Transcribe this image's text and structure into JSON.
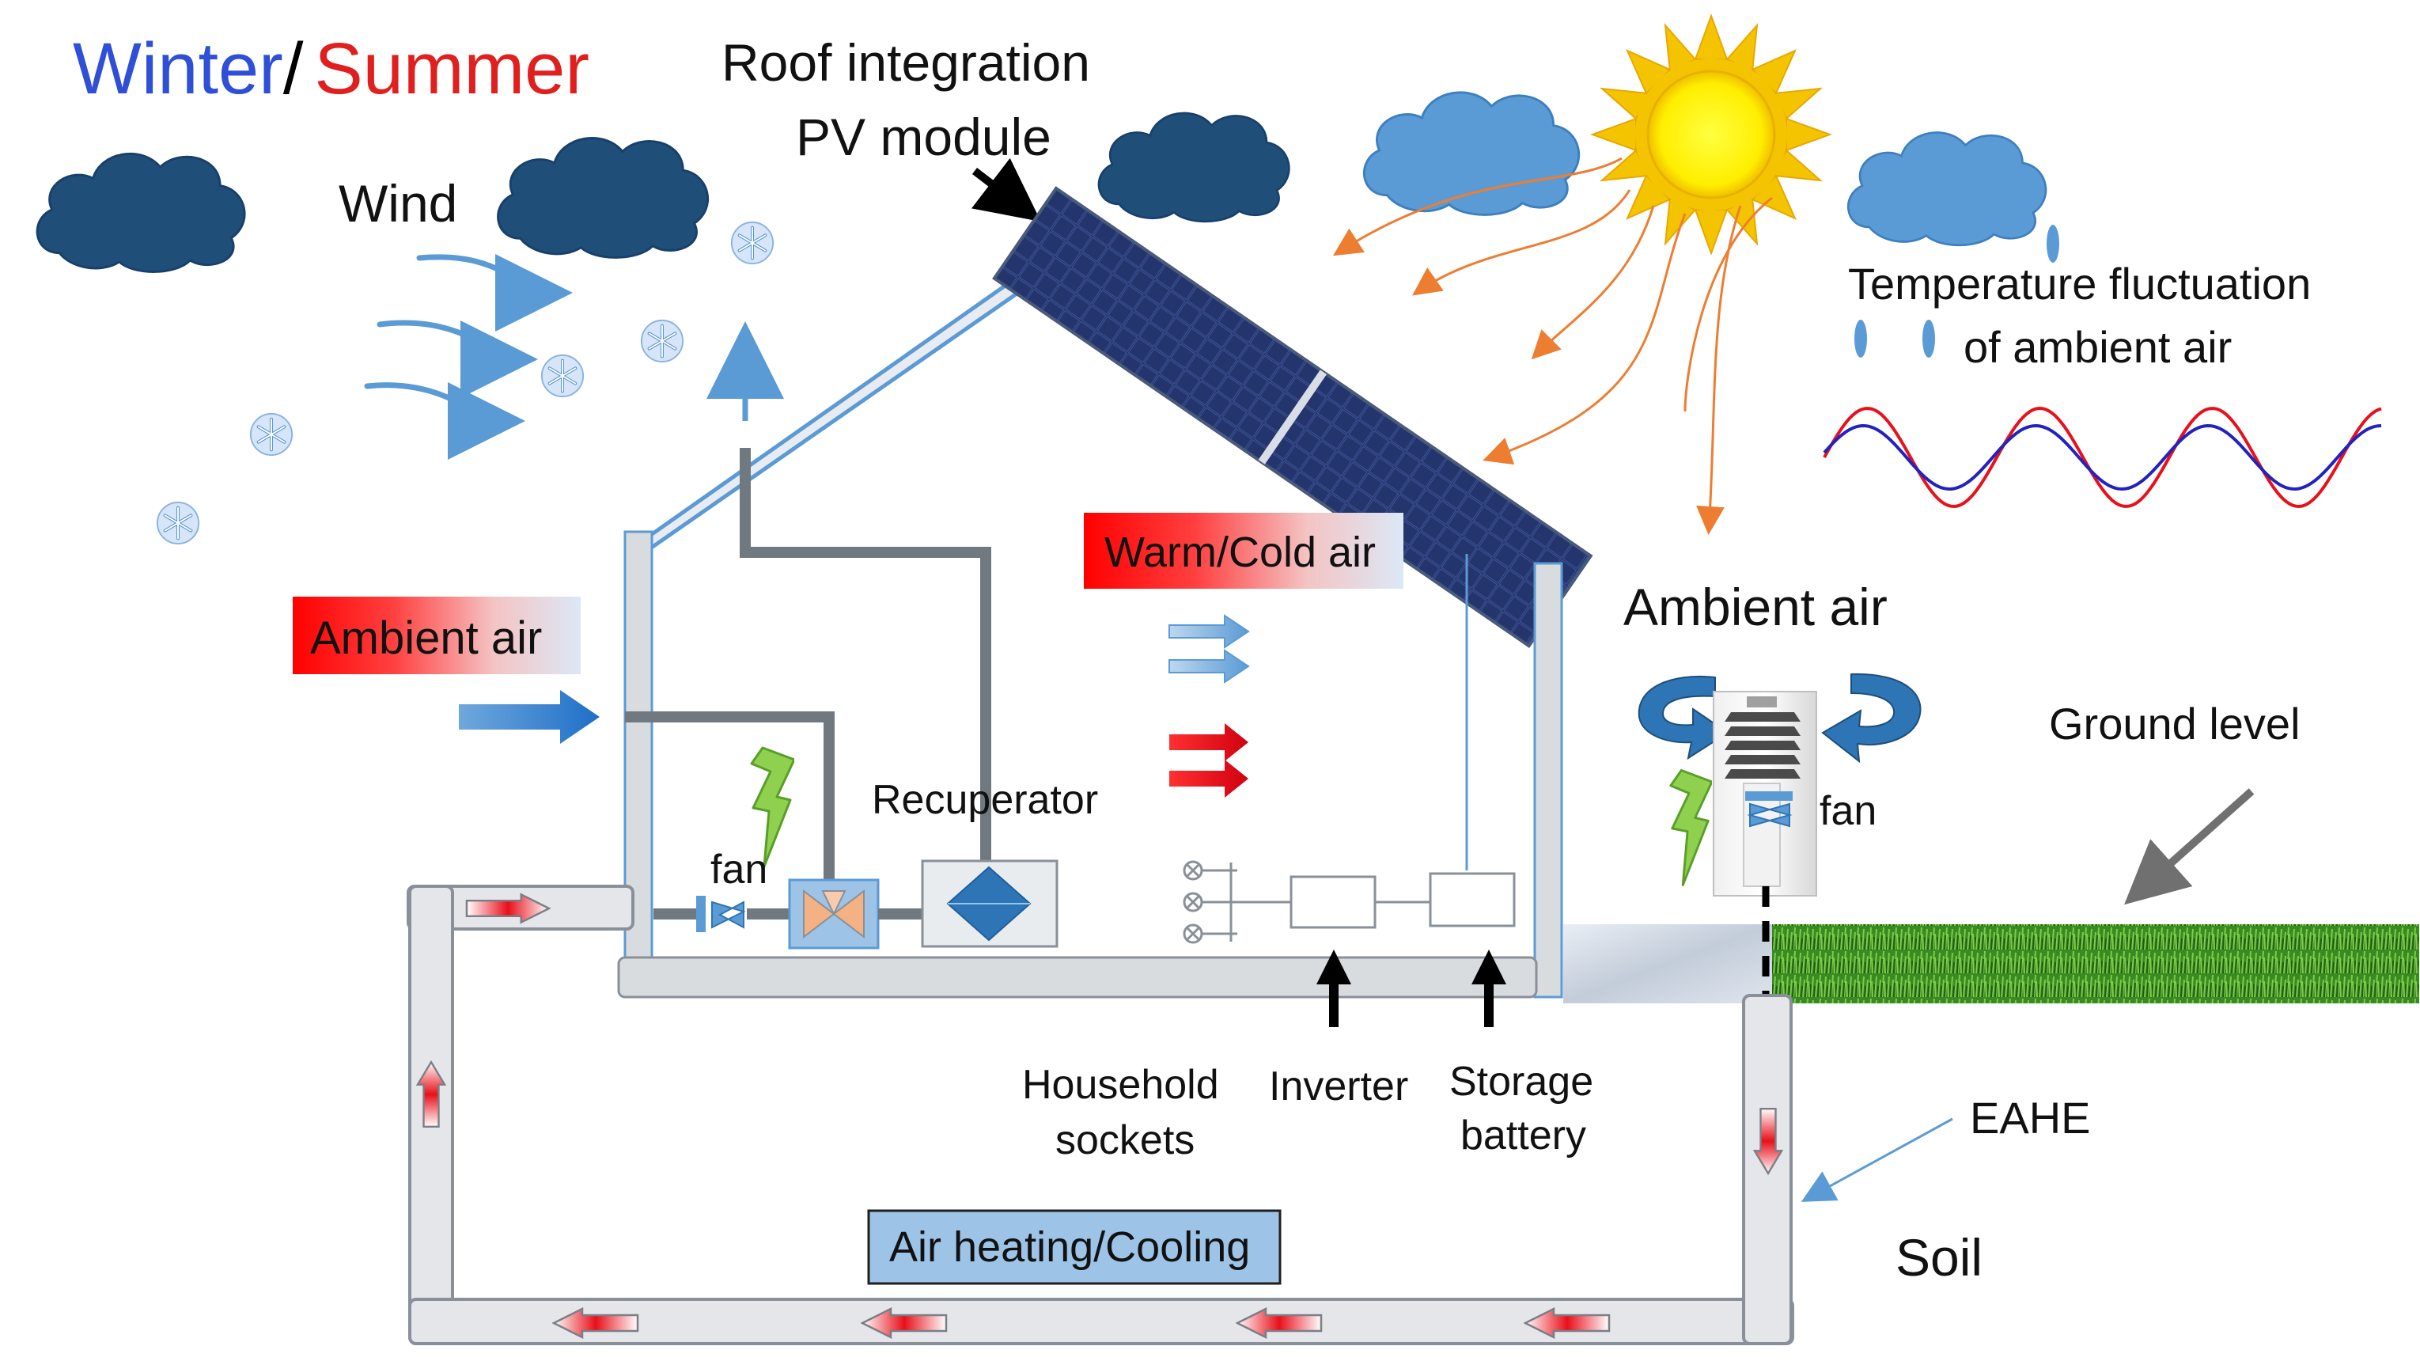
{
  "title": {
    "winter": "Winter",
    "slash": "/",
    "summer": "Summer"
  },
  "colors": {
    "winter": "#2e4fd6",
    "summer": "#e01f1f",
    "cloud_dark": "#1f4e79",
    "cloud_light": "#5b9bd5",
    "sun_core": "#ffff00",
    "sun_ray": "#f5c400",
    "ray_line": "#ed7d31",
    "duct_fill": "#e4e6ea",
    "duct_stroke": "#8a9099",
    "wall_fill": "#d9dcdf",
    "pipe": "#707880",
    "arrow_blue": "#2e7fd1",
    "arrow_red": "#e8101a",
    "label_box": "#9dc3e6",
    "grass": "#3f8a24",
    "snow": "#cfd8e4",
    "wave_red": "#e8101a",
    "wave_blue": "#2222c0"
  },
  "labels": {
    "roof_pv_line1": "Roof integration",
    "roof_pv_line2": "PV module",
    "wind": "Wind",
    "temp_fluct_line1": "Temperature fluctuation",
    "temp_fluct_line2": "of ambient air",
    "ambient_air_left": "Ambient air",
    "ambient_air_right": "Ambient air",
    "warm_cold_air": "Warm/Cold air",
    "recuperator": "Recuperator",
    "fan_left": "fan",
    "fan_right": "fan",
    "ground_level": "Ground level",
    "household_line1": "Household",
    "household_line2": "sockets",
    "inverter": "Inverter",
    "storage_line1": "Storage",
    "storage_line2": "battery",
    "eahe": "EAHE",
    "soil": "Soil",
    "air_heating_cooling": "Air heating/Cooling"
  },
  "icons": [
    "cloud-icon",
    "sun-icon",
    "snowflake-icon",
    "wind-arrow-icon",
    "lightning-icon",
    "fan-icon",
    "valve-icon",
    "recuperator-icon",
    "rotation-arrow-icon",
    "socket-icon",
    "flow-arrow-icon",
    "solar-panel-icon"
  ]
}
